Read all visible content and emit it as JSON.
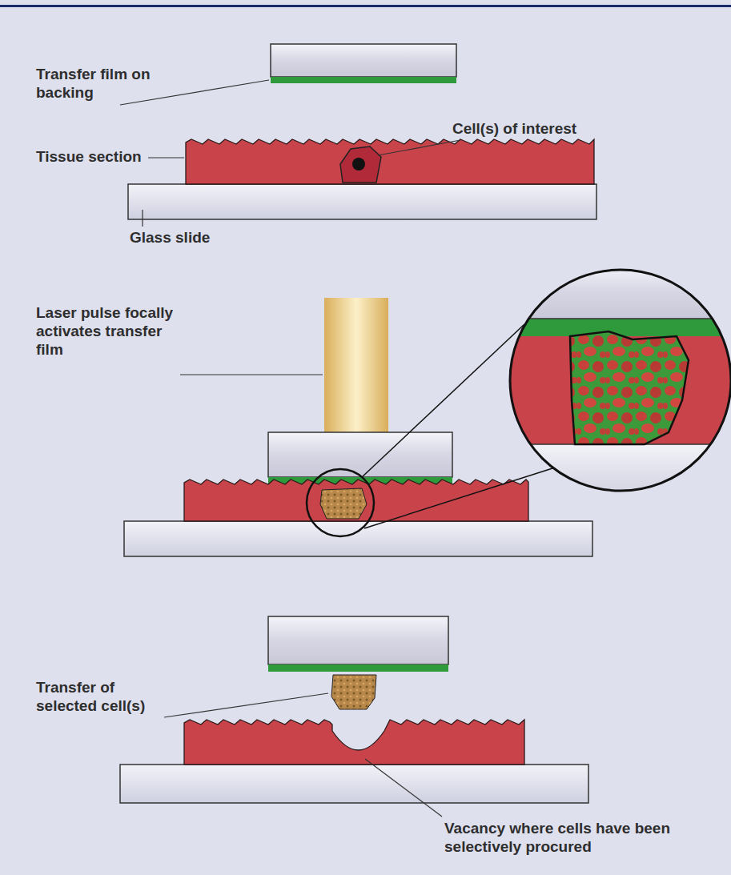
{
  "diagram": {
    "labels": [
      "Transfer film on backing",
      "Cell(s) of interest",
      "Tissue section",
      "Glass slide",
      "Laser pulse focally activates transfer film",
      "Transfer of selected cell(s)",
      "Vacancy where cells have been selectively procured"
    ]
  }
}
